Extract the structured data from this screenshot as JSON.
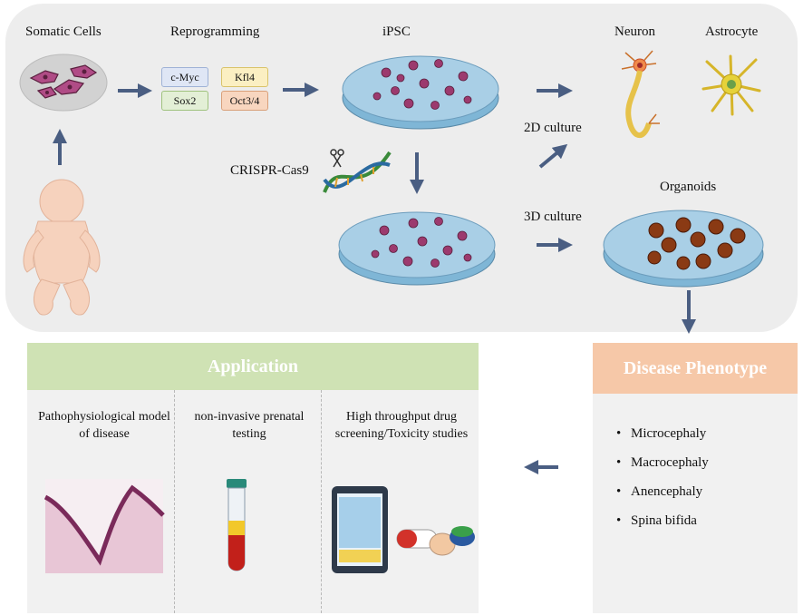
{
  "top": {
    "somatic_cells": "Somatic Cells",
    "reprogramming": "Reprogramming",
    "factors": [
      "c-Myc",
      "Kfl4",
      "Sox2",
      "Oct3/4"
    ],
    "factor_colors": [
      "#dfe6f5",
      "#fbefc2",
      "#e3efd6",
      "#f8d6bf"
    ],
    "ipsc": "iPSC",
    "crispr": "CRISPR-Cas9",
    "culture_2d": "2D culture",
    "culture_3d": "3D culture",
    "neuron": "Neuron",
    "astrocyte": "Astrocyte",
    "organoids": "Organoids"
  },
  "application": {
    "title": "Application",
    "columns": [
      "Pathophysiological model of disease",
      "non-invasive prenatal testing",
      "High throughput drug screening/Toxicity studies"
    ]
  },
  "disease_phenotype": {
    "title": "Disease Phenotype",
    "bullet": "•",
    "items": [
      "Microcephaly",
      "Macrocephaly",
      "Anencephaly",
      "Spina bifida"
    ]
  },
  "colors": {
    "arrow": "#4a5e82",
    "dish": "#a9cfe6",
    "cell": "#9c3a6e",
    "organoid": "#8a3a14",
    "application_header": "#cfe2b4",
    "phenotype_header": "#f6c8a8"
  }
}
